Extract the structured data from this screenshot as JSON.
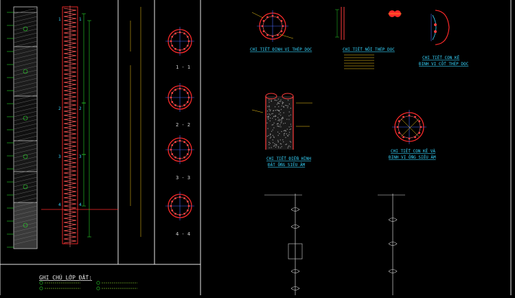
{
  "colors": {
    "background": "#000000",
    "frame": "#e8e8e8",
    "pile_outline": "#ff2a2a",
    "rebar": "#ff3b3b",
    "spiral": "#ff5555",
    "dimension": "#2bd92b",
    "title_text": "#36d6ff",
    "callout_text": "#ffd21a",
    "section_mark": "#d6d6d6",
    "cross": "#4a6bff",
    "note_text": "#a6ff3a"
  },
  "sections": [
    {
      "label": "1 - 1"
    },
    {
      "label": "2 - 2"
    },
    {
      "label": "3 - 3"
    },
    {
      "label": "4 - 4"
    }
  ],
  "detail_titles": {
    "rebar_layout": [
      "CHI TIẾT ĐỊNH VỊ THÉP DỌC"
    ],
    "rebar_joint": [
      "CHI TIẾT NỐI THÉP DỌC"
    ],
    "spacer": [
      "CHI TIẾT CON KÊ",
      "ĐỊNH VỊ CỐT THÉP DỌC"
    ],
    "pipe_section": [
      "CHI TIẾT ĐIỂN HÌNH",
      "ĐẶT ỐNG SIÊU ÂM"
    ],
    "spacer_pipe": [
      "CHI TIẾT CON KÊ VÀ",
      "ĐỊNH VỊ ỐNG SIÊU ÂM"
    ]
  },
  "legend": {
    "title": "GHI CHÚ LỚP ĐẤT:"
  }
}
